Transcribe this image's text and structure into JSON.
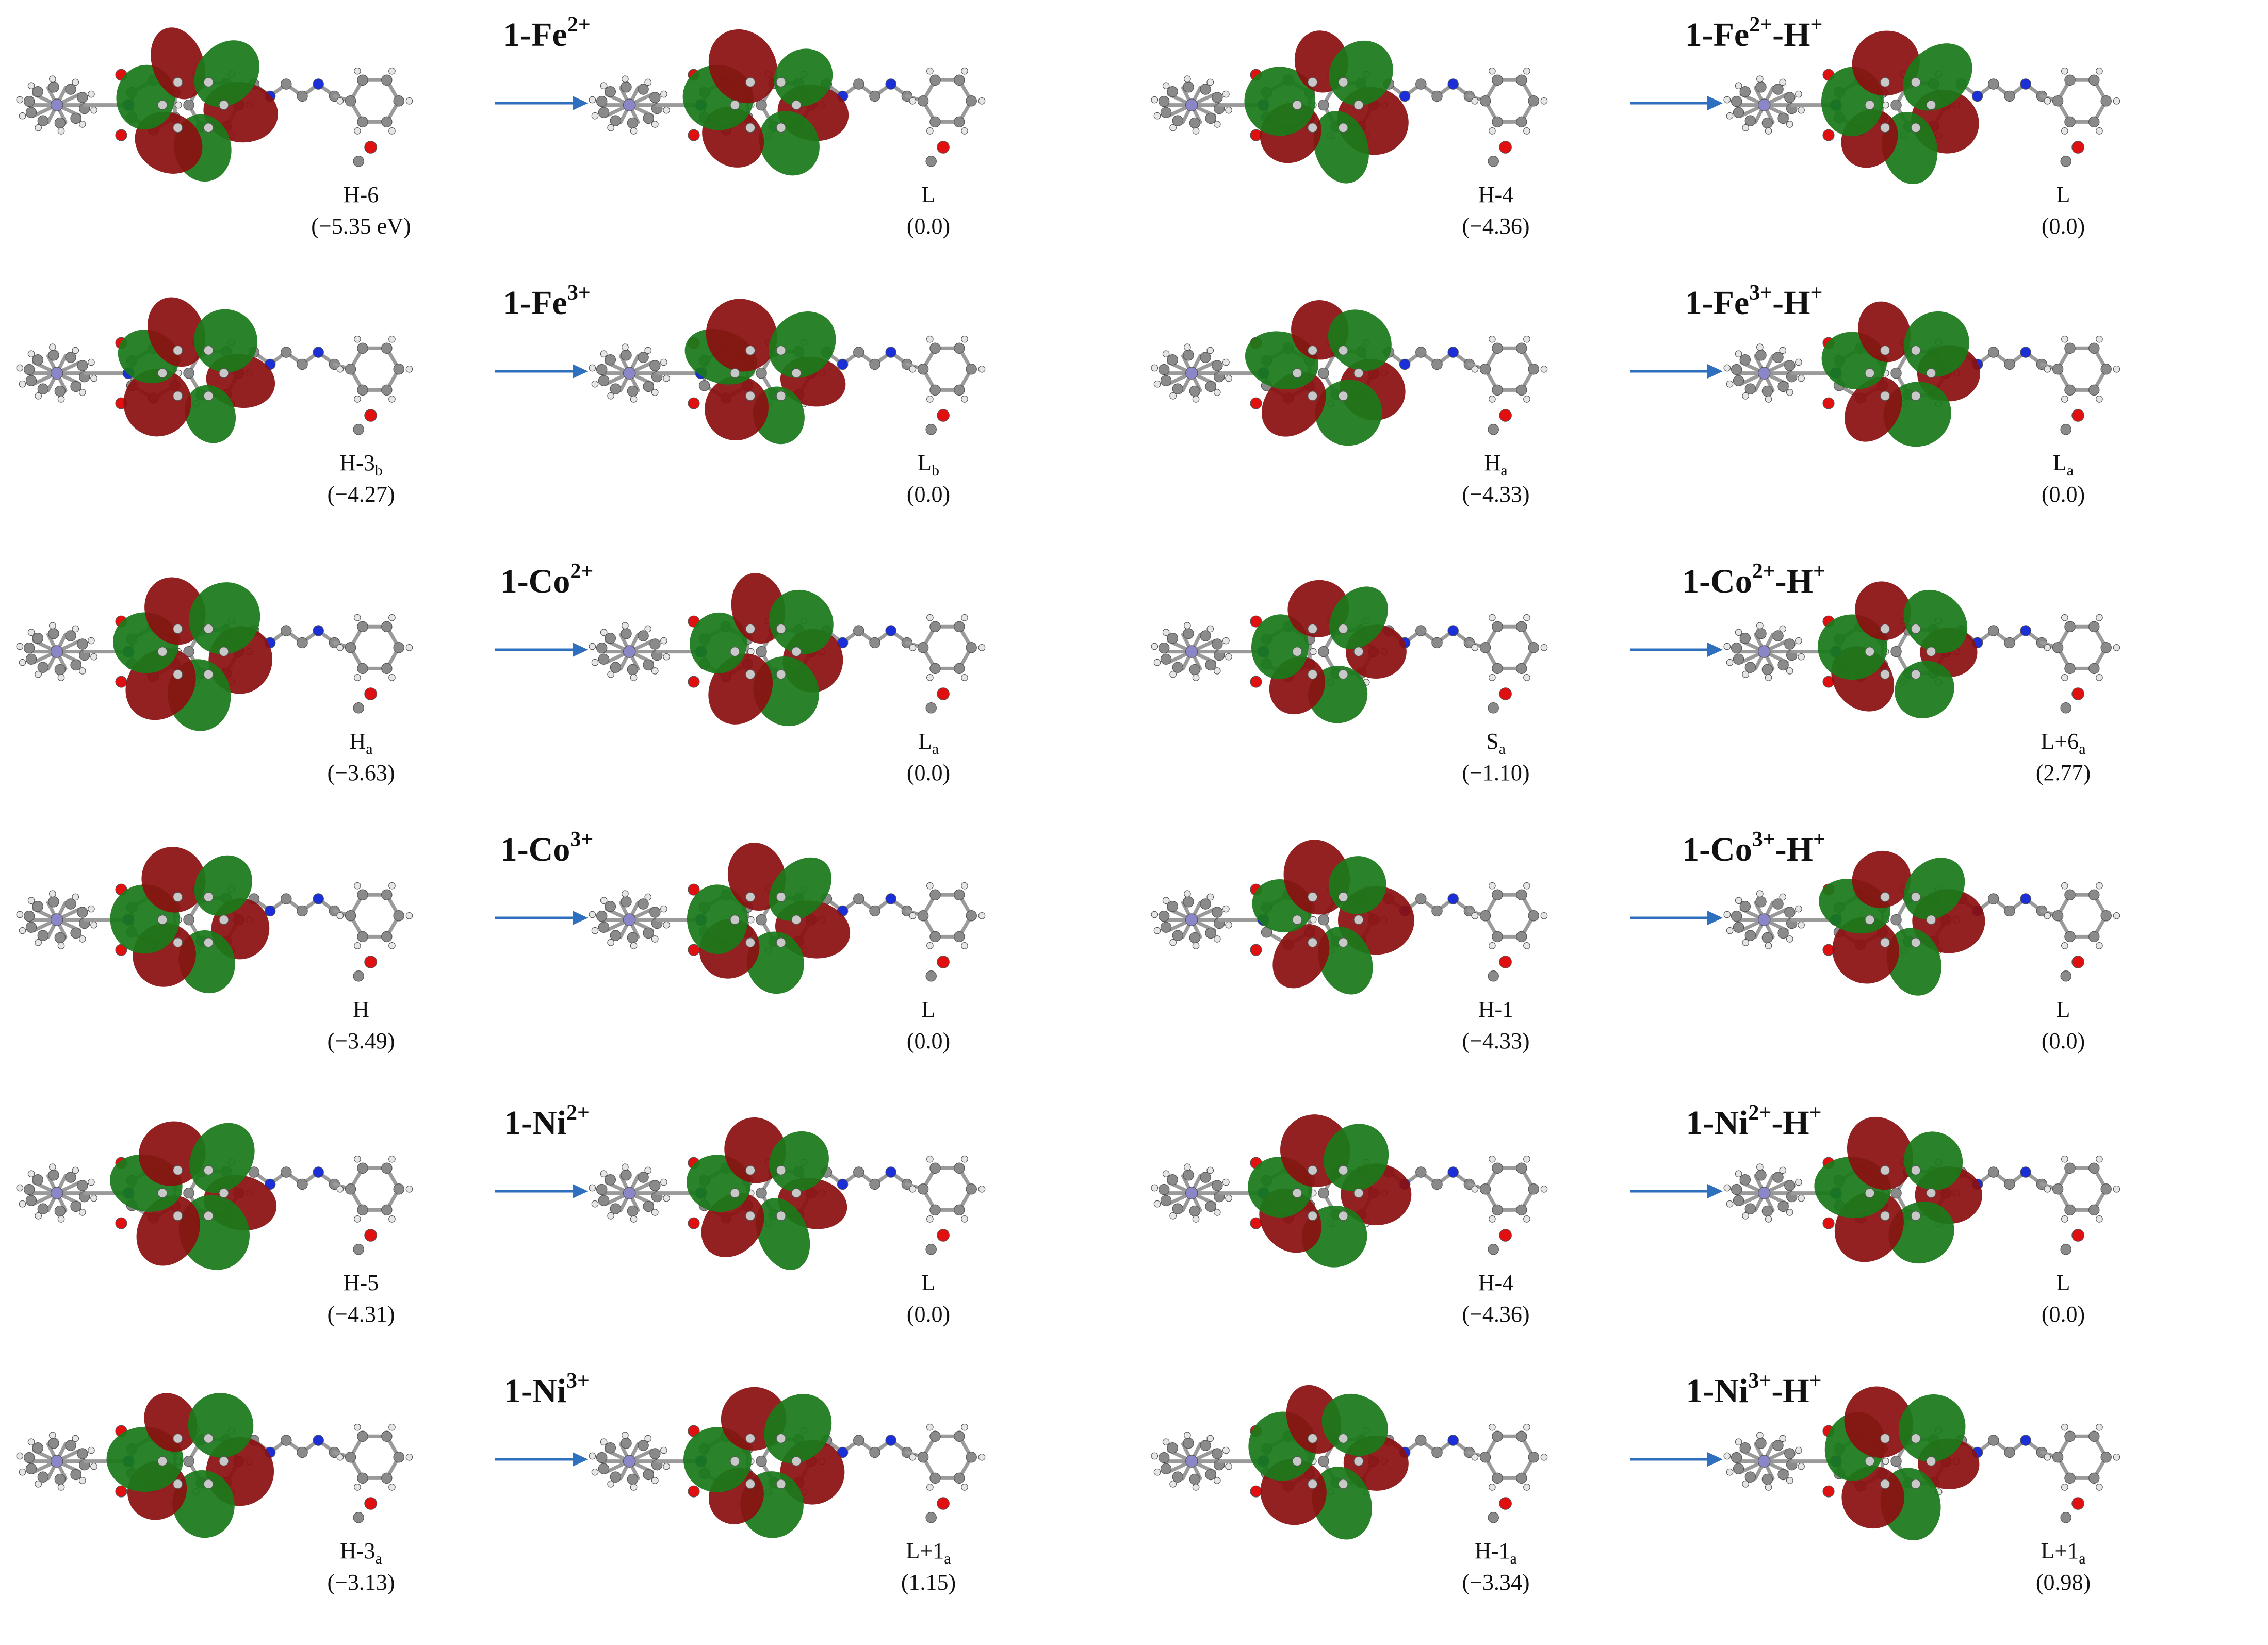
{
  "panels": [
    {
      "id": "fe2",
      "title": "1-Fe",
      "charge": "2+",
      "suffix": "",
      "from": {
        "orb": "H-6",
        "sub": "",
        "energy": "(−5.35  eV)"
      },
      "to": {
        "orb": "L",
        "sub": "",
        "energy": "(0.0)"
      }
    },
    {
      "id": "fe2h",
      "title": "1-Fe",
      "charge": "2+",
      "suffix": "-H",
      "suffix_charge": "+",
      "from": {
        "orb": "H-4",
        "sub": "",
        "energy": "(−4.36)"
      },
      "to": {
        "orb": "L",
        "sub": "",
        "energy": "(0.0)"
      }
    },
    {
      "id": "fe3",
      "title": "1-Fe",
      "charge": "3+",
      "suffix": "",
      "from": {
        "orb": "H-3",
        "sub": "b",
        "energy": "(−4.27)"
      },
      "to": {
        "orb": "L",
        "sub": "b",
        "energy": "(0.0)"
      }
    },
    {
      "id": "fe3h",
      "title": "1-Fe",
      "charge": "3+",
      "suffix": "-H",
      "suffix_charge": "+",
      "from": {
        "orb": "H",
        "sub": "a",
        "energy": "(−4.33)"
      },
      "to": {
        "orb": "L",
        "sub": "a",
        "energy": "(0.0)"
      }
    },
    {
      "id": "co2",
      "title": "1-Co",
      "charge": "2+",
      "suffix": "",
      "from": {
        "orb": "H",
        "sub": "a",
        "energy": "(−3.63)"
      },
      "to": {
        "orb": "L",
        "sub": "a",
        "energy": "(0.0)"
      }
    },
    {
      "id": "co2h",
      "title": "1-Co",
      "charge": "2+",
      "suffix": "-H",
      "suffix_charge": "+",
      "from": {
        "orb": "S",
        "sub": "a",
        "energy": "(−1.10)"
      },
      "to": {
        "orb": "L+6",
        "sub": "a",
        "energy": "(2.77)"
      }
    },
    {
      "id": "co3",
      "title": "1-Co",
      "charge": "3+",
      "suffix": "",
      "from": {
        "orb": "H",
        "sub": "",
        "energy": "(−3.49)"
      },
      "to": {
        "orb": "L",
        "sub": "",
        "energy": "(0.0)"
      }
    },
    {
      "id": "co3h",
      "title": "1-Co",
      "charge": "3+",
      "suffix": "-H",
      "suffix_charge": "+",
      "from": {
        "orb": "H-1",
        "sub": "",
        "energy": "(−4.33)"
      },
      "to": {
        "orb": "L",
        "sub": "",
        "energy": "(0.0)"
      }
    },
    {
      "id": "ni2",
      "title": "1-Ni",
      "charge": "2+",
      "suffix": "",
      "from": {
        "orb": "H-5",
        "sub": "",
        "energy": "(−4.31)"
      },
      "to": {
        "orb": "L",
        "sub": "",
        "energy": "(0.0)"
      }
    },
    {
      "id": "ni2h",
      "title": "1-Ni",
      "charge": "2+",
      "suffix": "-H",
      "suffix_charge": "+",
      "from": {
        "orb": "H-4",
        "sub": "",
        "energy": "(−4.36)"
      },
      "to": {
        "orb": "L",
        "sub": "",
        "energy": "(0.0)"
      }
    },
    {
      "id": "ni3",
      "title": "1-Ni",
      "charge": "3+",
      "suffix": "",
      "from": {
        "orb": "H-3",
        "sub": "a",
        "energy": "(−3.13)"
      },
      "to": {
        "orb": "L+1",
        "sub": "a",
        "energy": "(1.15)"
      }
    },
    {
      "id": "ni3h",
      "title": "1-Ni",
      "charge": "3+",
      "suffix": "-H",
      "suffix_charge": "+",
      "from": {
        "orb": "H-1",
        "sub": "a",
        "energy": "(−3.34)"
      },
      "to": {
        "orb": "L+1",
        "sub": "a",
        "energy": "(0.98)"
      }
    }
  ],
  "colors": {
    "lobe_positive": "#8b1010",
    "lobe_negative": "#1a7a1a",
    "carbon": "#8a8a8a",
    "hydrogen": "#e6e6e6",
    "nitrogen": "#1a2fd6",
    "oxygen": "#e01010",
    "metal": "#8a86c8",
    "arrow": "#2e6fbe"
  }
}
